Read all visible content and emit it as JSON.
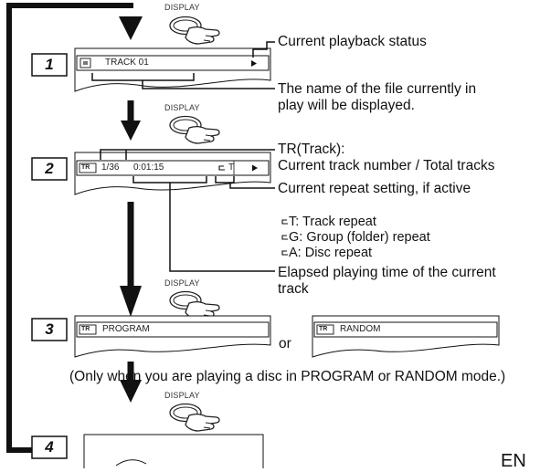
{
  "remote": {
    "display_label": "DISPLAY"
  },
  "steps": [
    {
      "number": "1",
      "screen": {
        "icon": "file-icon",
        "text": "TRACK 01",
        "play_icon": "play-icon"
      }
    },
    {
      "number": "2",
      "screen": {
        "badge": "TR",
        "track": "1/36",
        "time": "0:01:15",
        "repeat": "T",
        "play_icon": "play-icon"
      }
    },
    {
      "number": "3",
      "screen_a": {
        "badge": "TR",
        "text": "PROGRAM"
      },
      "or_label": "or",
      "screen_b": {
        "badge": "TR",
        "text": "RANDOM"
      }
    },
    {
      "number": "4"
    }
  ],
  "callouts": {
    "playback_status": "Current playback status",
    "file_name_1": "The name of the file currently in",
    "file_name_2": "play will be displayed.",
    "tr_title": "TR(Track):",
    "tr_desc": "Current track number / Total tracks",
    "repeat_title": "Current repeat setting, if active",
    "repeat_items": [
      {
        "key": "T",
        "desc": ": Track repeat"
      },
      {
        "key": "G",
        "desc": ": Group (folder) repeat"
      },
      {
        "key": "A",
        "desc": ": Disc repeat"
      }
    ],
    "elapsed_1": "Elapsed playing time of the current",
    "elapsed_2": "track"
  },
  "note": "(Only when you are playing a disc in PROGRAM or RANDOM mode.)",
  "page_code": "EN"
}
